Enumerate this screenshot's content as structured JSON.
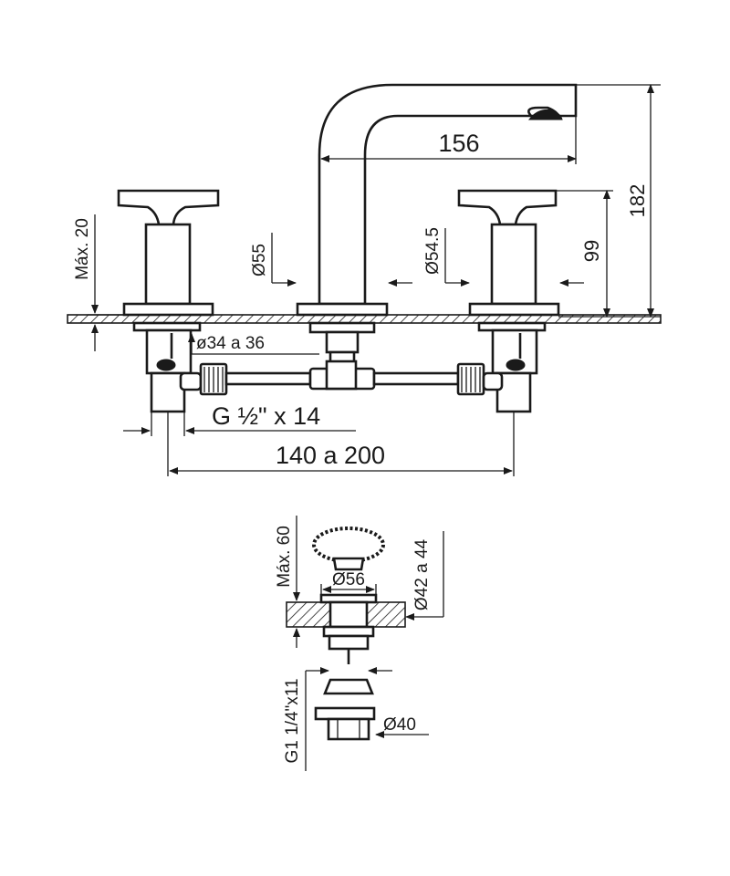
{
  "labels": {
    "spout_reach": "156",
    "total_height": "182",
    "handle_height": "99",
    "max_thickness_top": "Máx. 20",
    "hole_left": "Ø55",
    "hole_right": "Ø54.5",
    "pipe_diameter": "ø34 a 36",
    "thread": "G ½\" x 14",
    "spacing": "140 a 200",
    "max_thickness_drain": "Máx. 60",
    "drain_flange": "Ø56",
    "drain_hole": "Ø42 a 44",
    "drain_thread": "G1 1/4\"x11",
    "drain_nut": "Ø40"
  },
  "colors": {
    "line": "#1a1a1a",
    "background": "#ffffff"
  }
}
